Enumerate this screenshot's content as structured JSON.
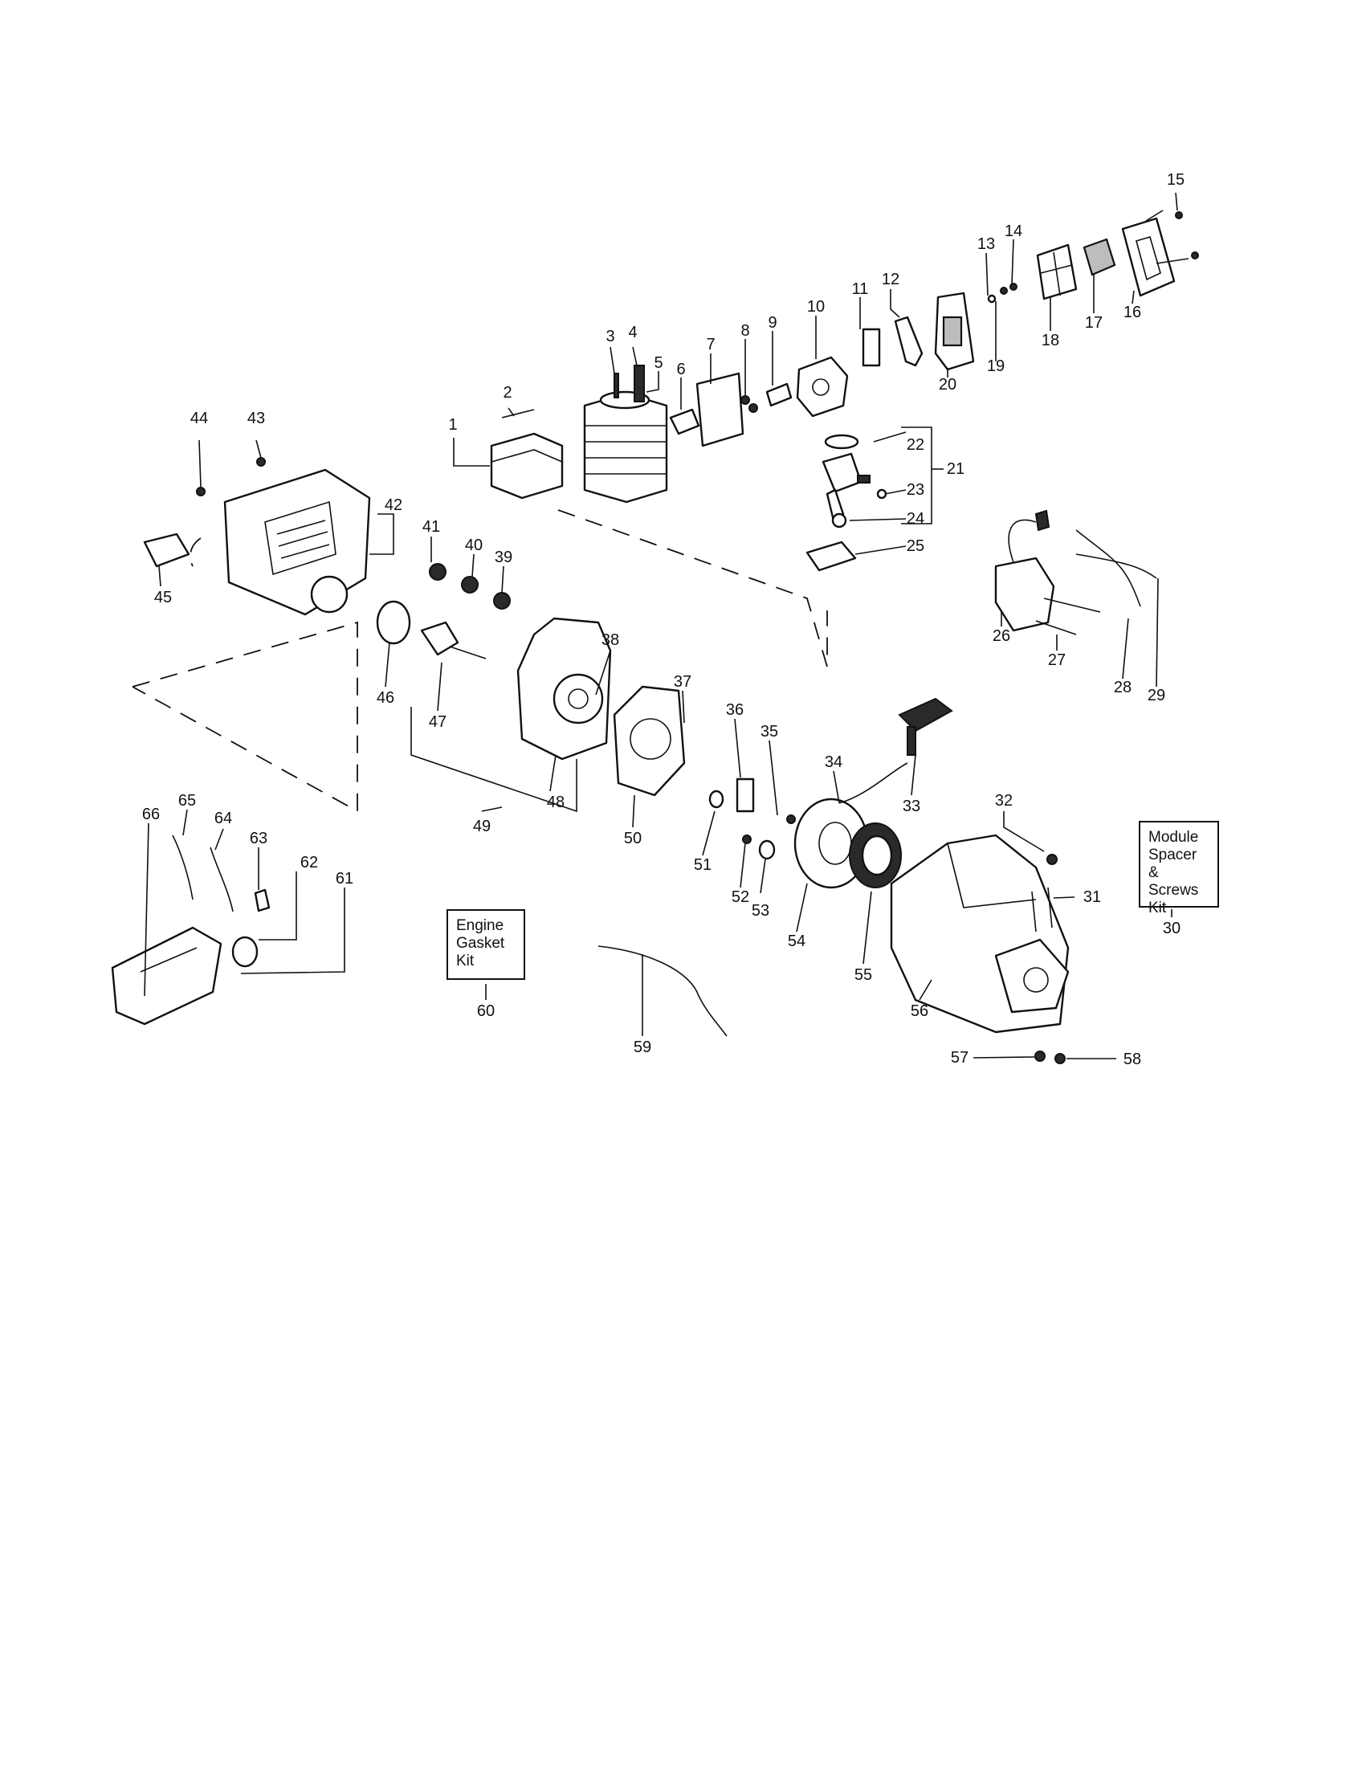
{
  "kits": {
    "module_kit": "Module\nSpacer &\nScrews\nKit",
    "gasket_kit": "Engine\nGasket\nKit"
  },
  "part_numbers": [
    "1",
    "2",
    "3",
    "4",
    "5",
    "6",
    "7",
    "8",
    "9",
    "10",
    "11",
    "12",
    "13",
    "14",
    "15",
    "16",
    "17",
    "18",
    "19",
    "20",
    "21",
    "22",
    "23",
    "24",
    "25",
    "26",
    "27",
    "28",
    "29",
    "30",
    "31",
    "32",
    "33",
    "34",
    "35",
    "36",
    "37",
    "38",
    "39",
    "40",
    "41",
    "42",
    "43",
    "44",
    "45",
    "46",
    "47",
    "48",
    "49",
    "50",
    "51",
    "52",
    "53",
    "54",
    "55",
    "56",
    "57",
    "58",
    "59",
    "60",
    "61",
    "62",
    "63",
    "64",
    "65",
    "66"
  ]
}
